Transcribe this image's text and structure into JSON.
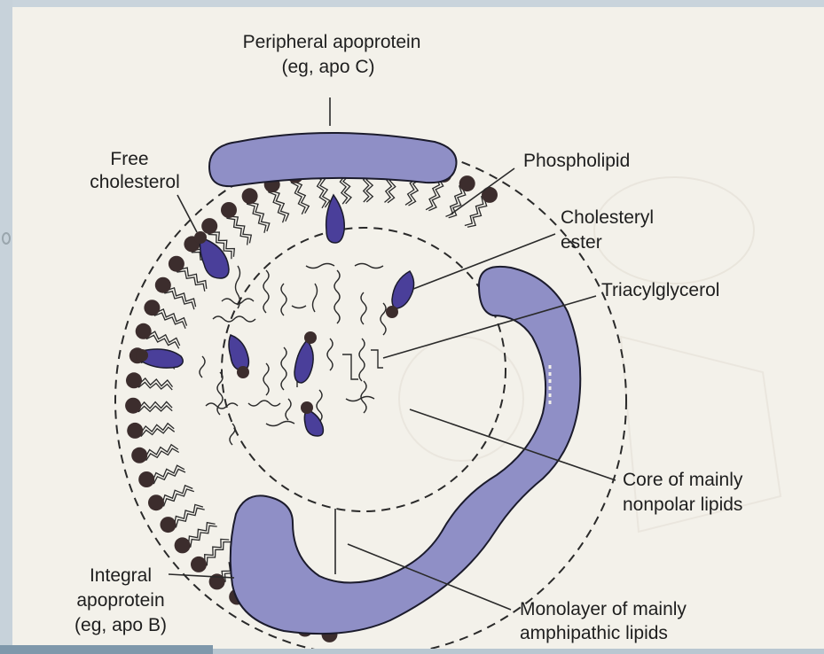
{
  "labels": {
    "peripheral_line1": "Peripheral apoprotein",
    "peripheral_line2": "(eg, apo C)",
    "free_chol_line1": "Free",
    "free_chol_line2": "cholesterol",
    "phospholipid": "Phospholipid",
    "chol_ester_line1": "Cholesteryl",
    "chol_ester_line2": "ester",
    "triacylglycerol": "Triacylglycerol",
    "core_line1": "Core of mainly",
    "core_line2": "nonpolar lipids",
    "integral_line1": "Integral",
    "integral_line2": "apoprotein",
    "integral_line3": "(eg, apo B)",
    "monolayer_line1": "Monolayer of mainly",
    "monolayer_line2": "amphipathic lipids"
  },
  "colors": {
    "protein_fill": "#8f8fc6",
    "protein_stroke": "#1b1b2c",
    "head_fill": "#3c2d2d",
    "cholesterol_fill": "#4a3f9a",
    "paper": "#f3f1ea"
  }
}
